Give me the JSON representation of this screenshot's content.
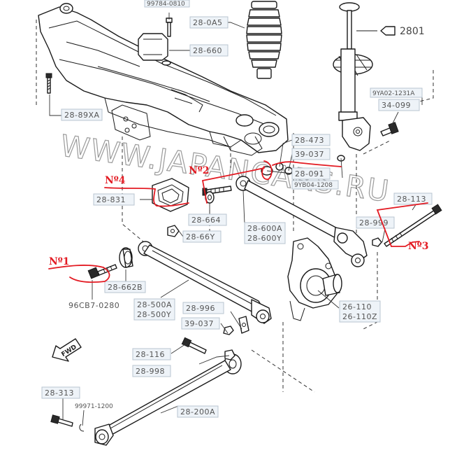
{
  "watermark": "WWW.JAPANCARS.RU",
  "callouts": {
    "c1": "Nº1",
    "c2": "Nº2",
    "c3": "Nº3",
    "c4": "Nº4"
  },
  "fwd_label": "FWD",
  "ref_2801": "2801",
  "part_labels": {
    "p_top_cut": "99784-0810",
    "p_28_0A5": "28-0A5",
    "p_28_660": "28-660",
    "p_28_89XA": "28-89XA",
    "p_9YA02": "9YA02-1231A",
    "p_34_099": "34-099",
    "p_28_473": "28-473",
    "p_39_037_a": "39-037",
    "p_28_091": "28-091",
    "p_9YB04": "9YB04-1208",
    "p_28_831": "28-831",
    "p_28_113": "28-113",
    "p_28_999": "28-999",
    "p_28_664": "28-664",
    "p_28_66Y": "28-66Y",
    "p_28_600A": "28-600A",
    "p_28_600Y": "28-600Y",
    "p_28_662B": "28-662B",
    "p_96CB7": "96CB7-0280",
    "p_28_500A": "28-500A",
    "p_28_500Y": "28-500Y",
    "p_28_996": "28-996",
    "p_39_037_b": "39-037",
    "p_26_110": "26-110",
    "p_26_110Z": "26-110Z",
    "p_28_116": "28-116",
    "p_28_998": "28-998",
    "p_28_313": "28-313",
    "p_99971": "99971-1200",
    "p_28_200A": "28-200A"
  }
}
